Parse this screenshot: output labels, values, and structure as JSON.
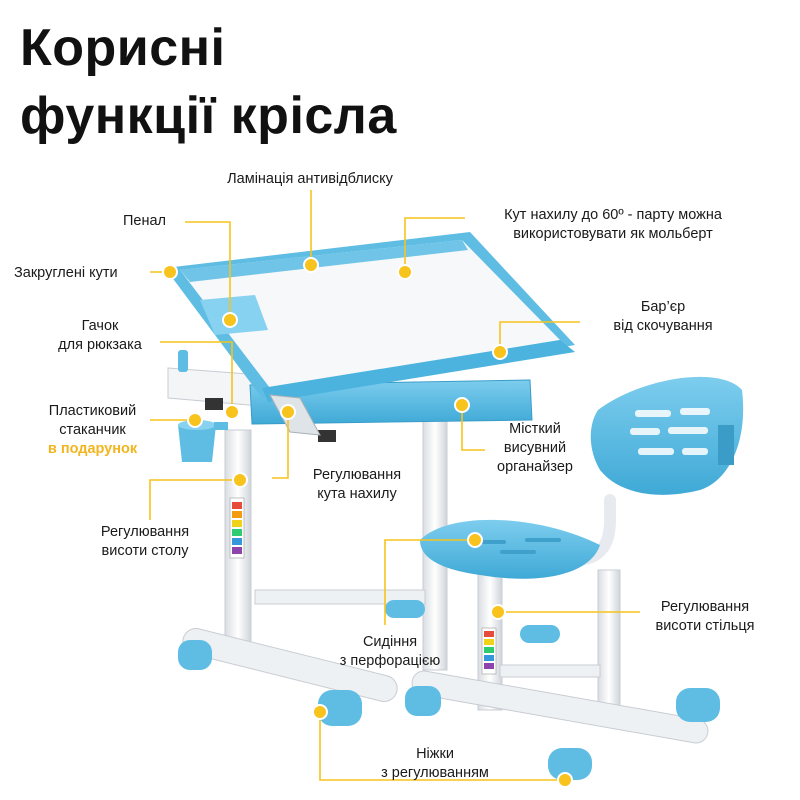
{
  "title": {
    "line1": "Корисні",
    "line2": "функції крісла"
  },
  "callouts": {
    "lamination": "Ламінація антивідблиску",
    "pencil_case": "Пенал",
    "tilt": {
      "line1": "Кут нахилу до 60º - парту можна",
      "line2": "використовувати як мольберт"
    },
    "rounded_corners": "Закруглені кути",
    "backpack_hook": {
      "line1": "Гачок",
      "line2": "для рюкзака"
    },
    "anti_slip_barrier": {
      "line1": "Бар’єр",
      "line2": "від скочування"
    },
    "plastic_cup": {
      "line1": "Пластиковий",
      "line2": "стаканчик",
      "line3": "в подарунок"
    },
    "organizer": {
      "line1": "Місткий",
      "line2": "висувний",
      "line3": "органайзер"
    },
    "tilt_adjust": {
      "line1": "Регулювання",
      "line2": "кута нахилу"
    },
    "desk_height": {
      "line1": "Регулювання",
      "line2": "висоти столу"
    },
    "seat": {
      "line1": "Сидіння",
      "line2": "з перфорацією"
    },
    "chair_height": {
      "line1": "Регулювання",
      "line2": "висоти стільця"
    },
    "legs": {
      "line1": "Ніжки",
      "line2": "з регулюванням"
    }
  },
  "colors": {
    "accent_blue": "#5fbde4",
    "marker_yellow": "#f7c31c",
    "gift_text": "#f2b51e",
    "frame_white": "#f3f5f7"
  }
}
